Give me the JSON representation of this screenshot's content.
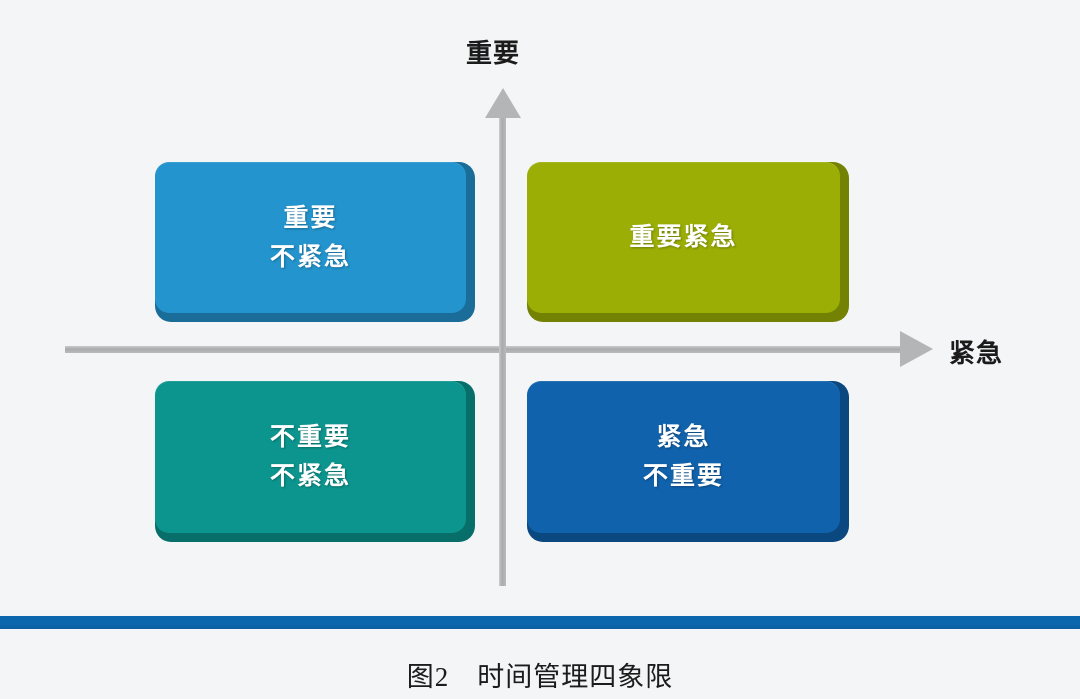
{
  "background_color": "#f4f5f6",
  "axes": {
    "vertical": {
      "label": "重要",
      "icon": "arrow-up-icon",
      "color": "#b4b5b7"
    },
    "horizontal": {
      "label": "紧急",
      "icon": "arrow-right-icon",
      "color": "#b4b5b7"
    }
  },
  "quadrants": [
    {
      "id": "important-not-urgent",
      "position": "top-left",
      "lines": [
        "重要",
        "不紧急"
      ],
      "color": "#2394cd",
      "shadow_color": "#1b6d99"
    },
    {
      "id": "important-urgent",
      "position": "top-right",
      "lines": [
        "重要紧急"
      ],
      "color": "#9bae05",
      "shadow_color": "#748203"
    },
    {
      "id": "not-important-not-urgent",
      "position": "bottom-left",
      "lines": [
        "不重要",
        "不紧急"
      ],
      "color": "#0c958e",
      "shadow_color": "#076e69"
    },
    {
      "id": "urgent-not-important",
      "position": "bottom-right",
      "lines": [
        "紧急",
        "不重要"
      ],
      "color": "#1162ac",
      "shadow_color": "#0b4880"
    }
  ],
  "bottom_rule": {
    "color": "#0c66ae"
  },
  "caption": {
    "text": "图2　时间管理四象限",
    "number": "图2",
    "title": "时间管理四象限"
  }
}
